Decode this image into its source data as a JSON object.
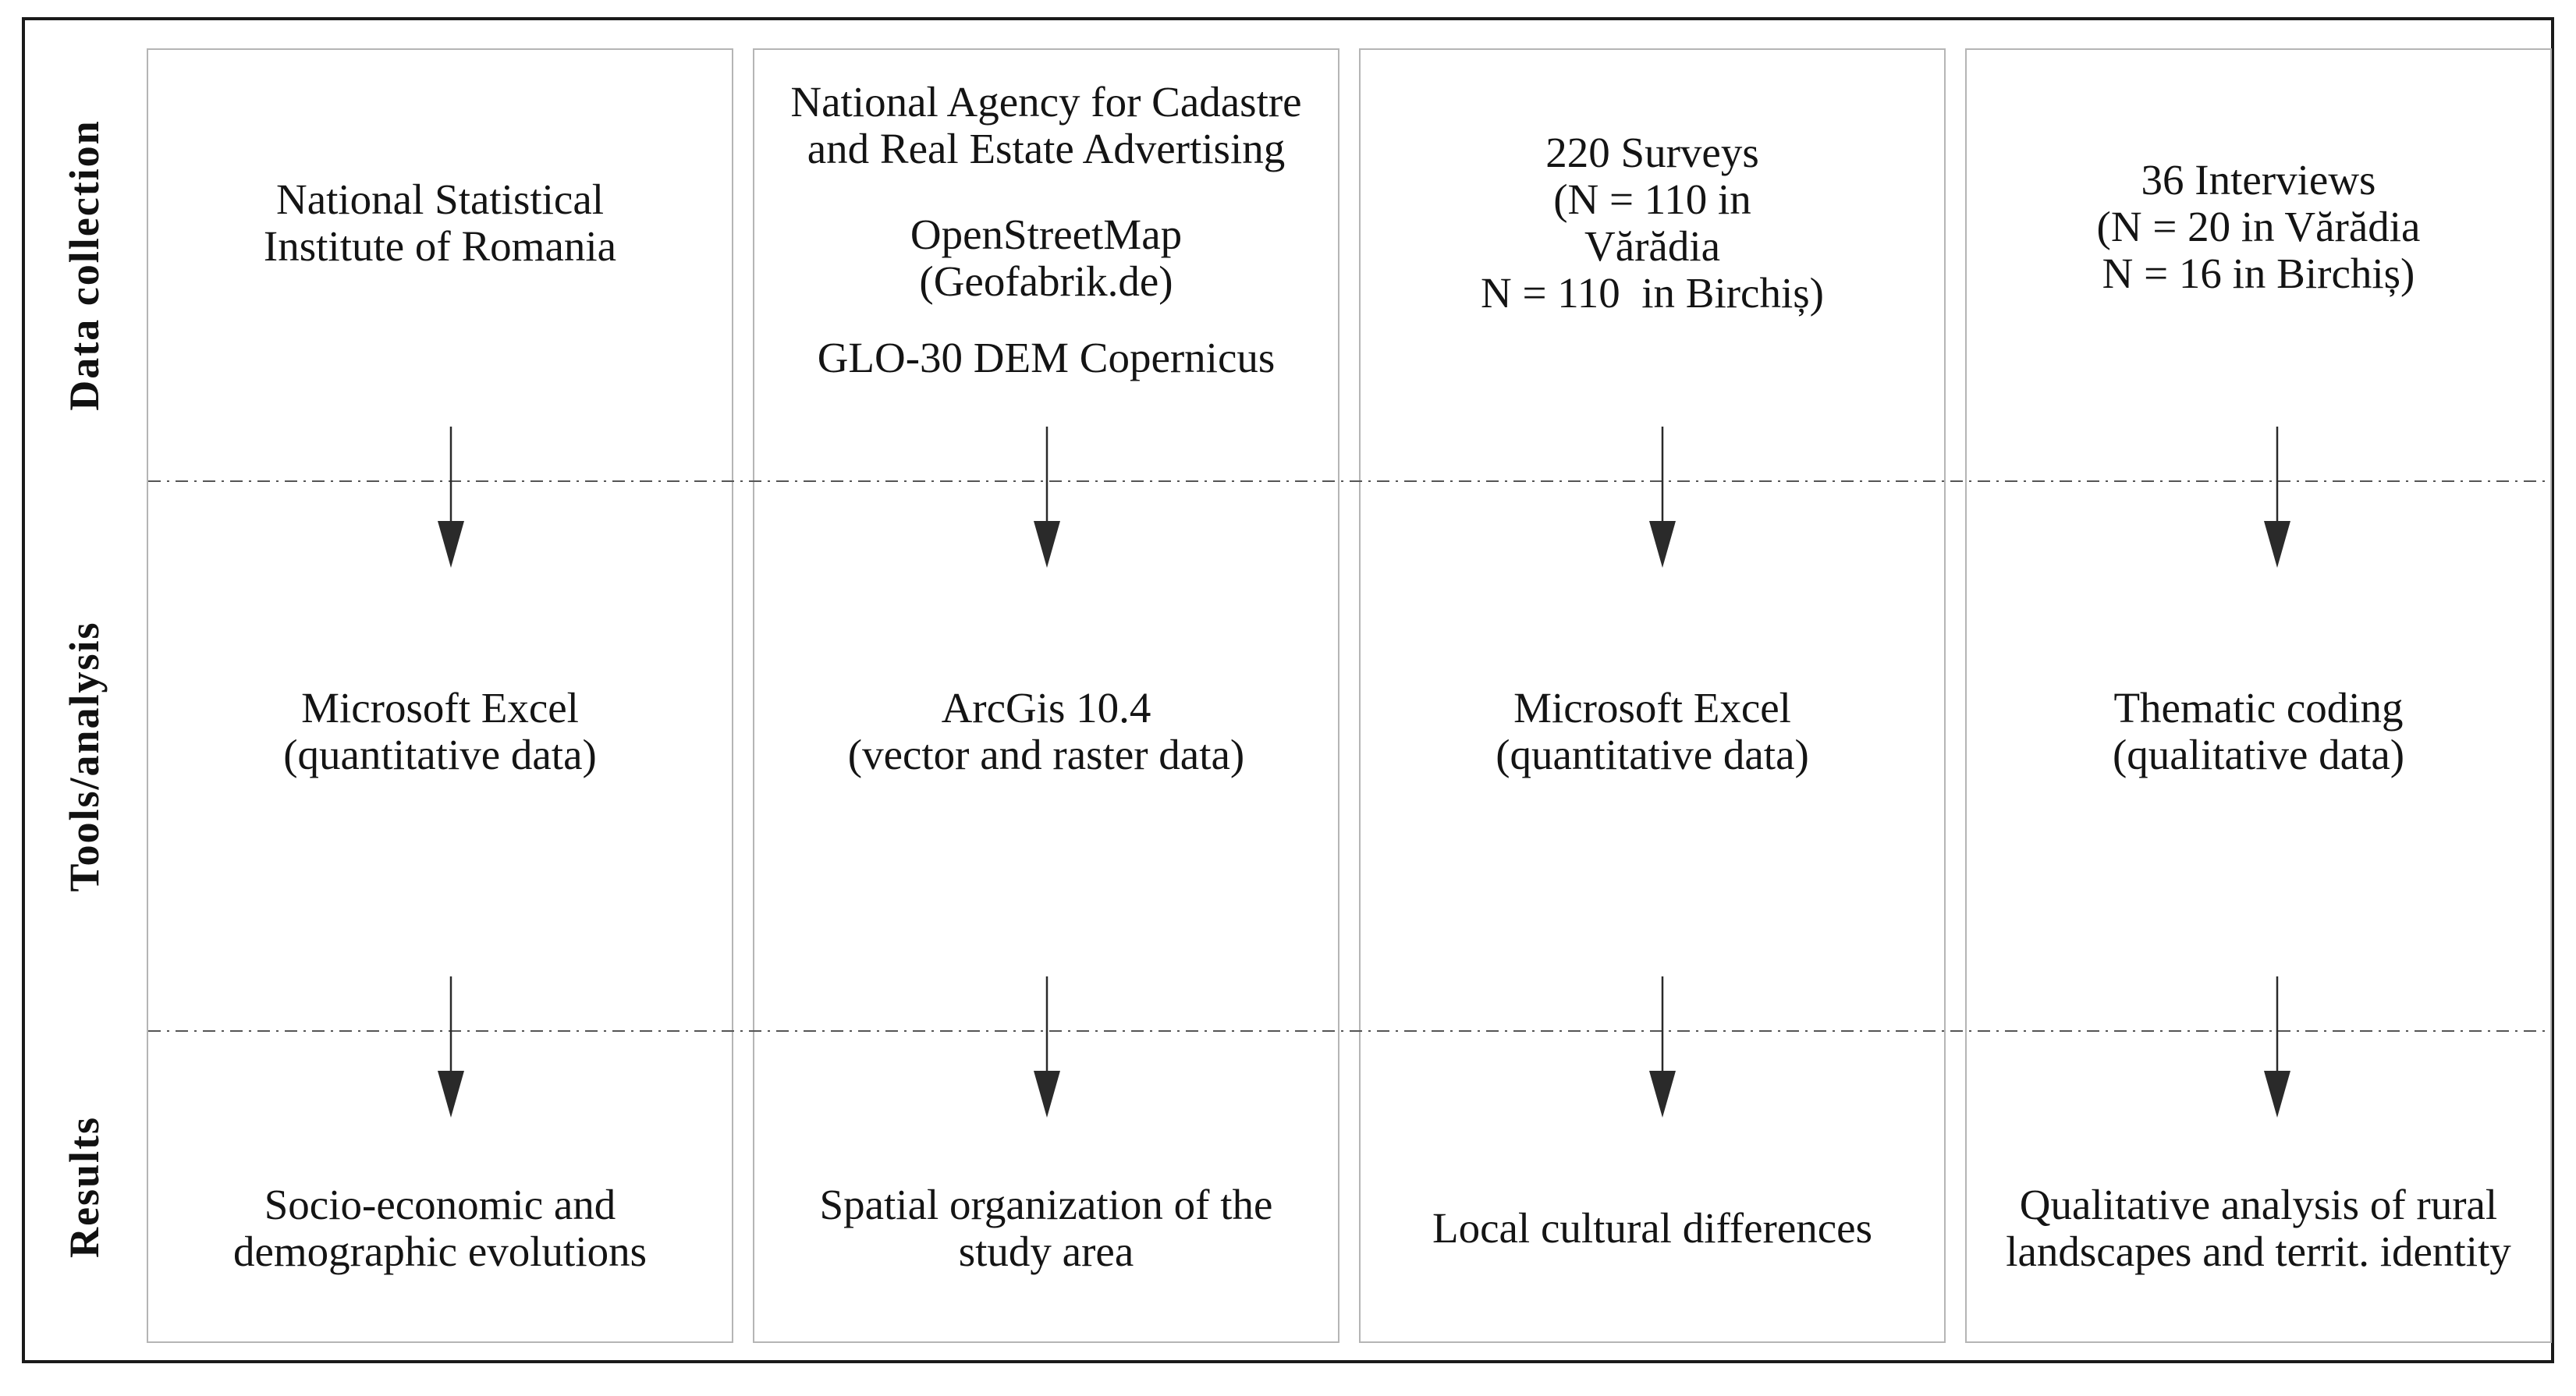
{
  "colors": {
    "outer_border": "#1a1a1a",
    "box_border": "#b5b5b5",
    "dash_line": "#555555",
    "arrow": "#2a2a2a",
    "text": "#141414",
    "background": "#ffffff"
  },
  "row_labels": [
    "Data collection",
    "Tools/analysis",
    "Results"
  ],
  "columns": [
    {
      "data_collection": {
        "blocks": [
          "National Statistical\nInstitute of Romania"
        ]
      },
      "tools": "Microsoft Excel\n(quantitative data)",
      "results": "Socio-economic and\ndemographic evolutions"
    },
    {
      "data_collection": {
        "blocks": [
          "National Agency for Cadastre\nand Real Estate Advertising",
          "OpenStreetMap\n(Geofabrik.de)",
          "GLO-30 DEM Copernicus"
        ]
      },
      "tools": "ArcGis 10.4\n(vector and raster data)",
      "results": "Spatial organization of the\nstudy area"
    },
    {
      "data_collection": {
        "blocks": [
          "220 Surveys\n(N = 110 in\nVărădia\nN = 110  in Birchiș)"
        ]
      },
      "tools": "Microsoft Excel\n(quantitative data)",
      "results": "Local cultural differences"
    },
    {
      "data_collection": {
        "blocks": [
          "36 Interviews\n(N = 20 in Vărădia\nN = 16 in Birchiș)"
        ]
      },
      "tools": "Thematic coding\n(qualitative data)",
      "results": "Qualitative analysis of rural\nlandscapes and territ. identity"
    }
  ]
}
